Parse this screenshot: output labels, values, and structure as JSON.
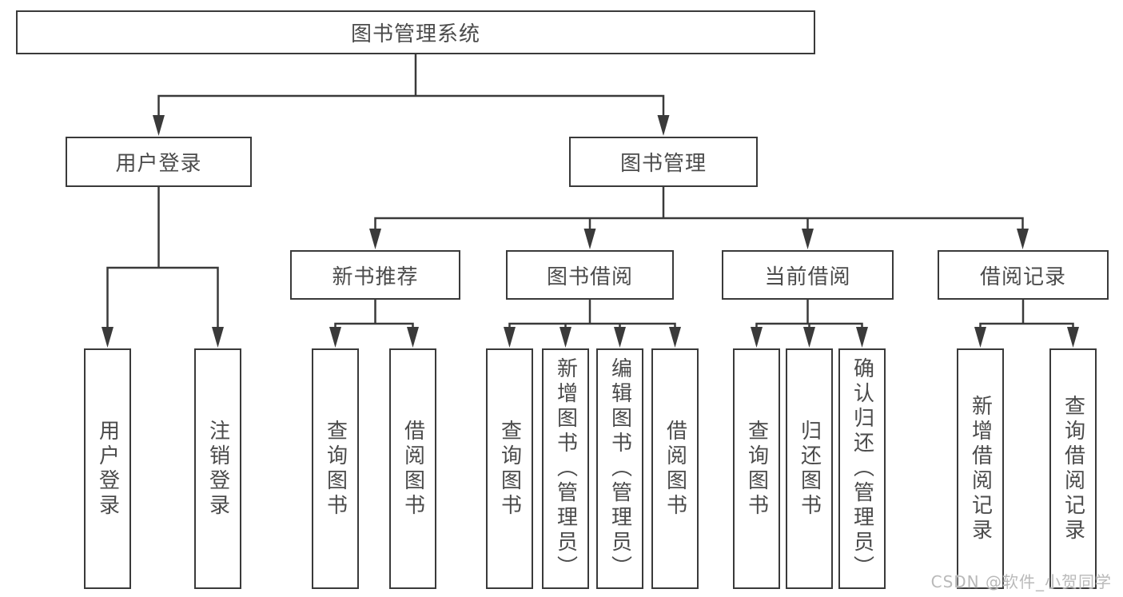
{
  "diagram_type": "hierarchy-flowchart",
  "colors": {
    "line": "#3a3a3a",
    "box_border": "#3a3a3a",
    "text": "#4b4b4b",
    "background": "#ffffff",
    "watermark": "#b9b9b9"
  },
  "tree": {
    "root": "图书管理系统",
    "branches": [
      {
        "label": "用户登录",
        "children": [
          "用户登录",
          "注销登录"
        ]
      },
      {
        "label": "图书管理",
        "groups": [
          {
            "label": "新书推荐",
            "children": [
              "查询图书",
              "借阅图书"
            ]
          },
          {
            "label": "图书借阅",
            "children": [
              "查询图书",
              "新增图书（管理员）",
              "编辑图书（管理员）",
              "借阅图书"
            ]
          },
          {
            "label": "当前借阅",
            "children": [
              "查询图书",
              "归还图书",
              "确认归还（管理员）"
            ]
          },
          {
            "label": "借阅记录",
            "children": [
              "新增借阅记录",
              "查询借阅记录"
            ]
          }
        ]
      }
    ]
  },
  "watermark": "CSDN @软件_小贺同学"
}
